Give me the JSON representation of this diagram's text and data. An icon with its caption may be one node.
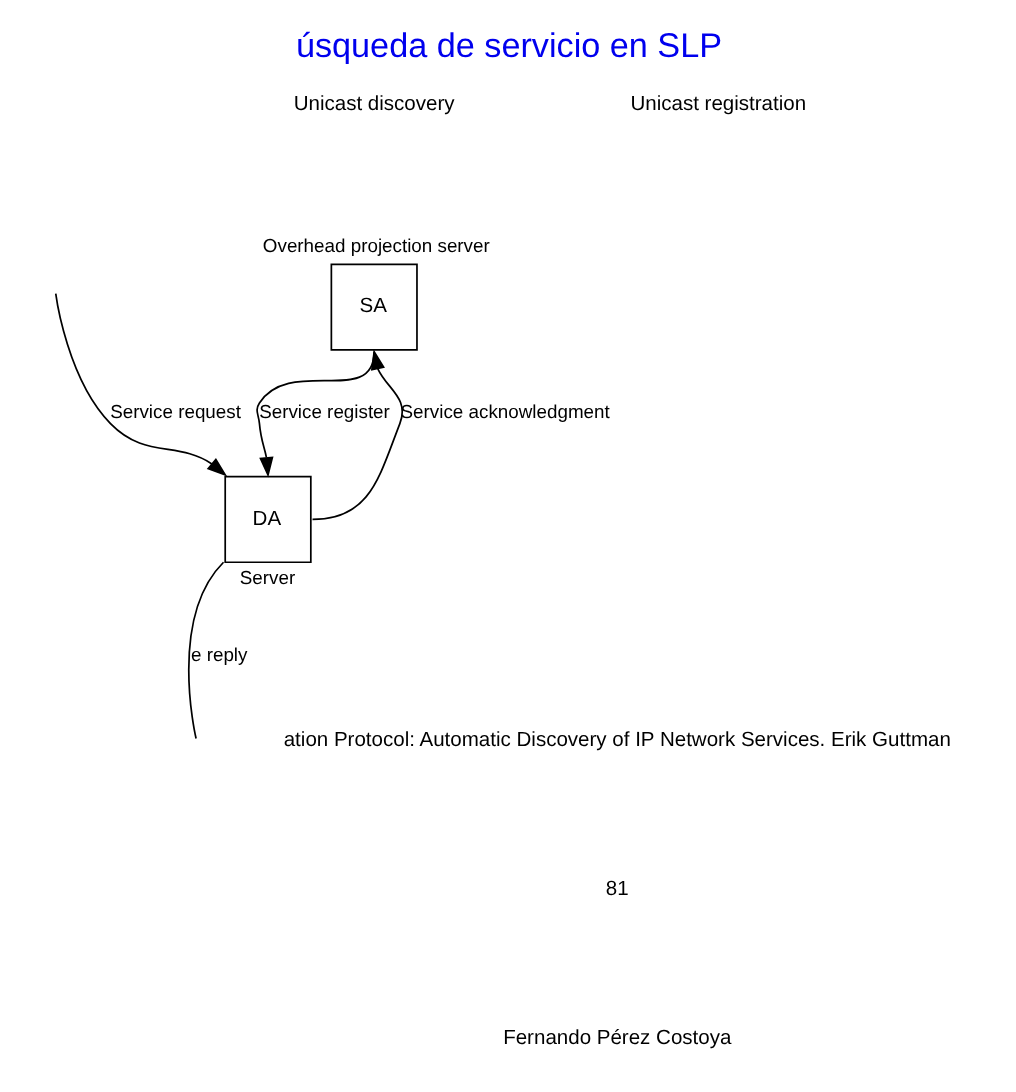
{
  "diagram": {
    "title": "úsqueda de servicio en SLP",
    "nodes": [
      {
        "text": [
          "SA"
        ],
        "beside": [
          "Overhead projection server"
        ]
      },
      {
        "text": [
          "DA"
        ],
        "beside": [
          "Server"
        ]
      }
    ],
    "edges": [
      {
        "from": null,
        "to": 1,
        "arrow": "to",
        "label": "Service request"
      },
      {
        "from": 1,
        "to": null,
        "arrow": "none",
        "label": "e reply"
      },
      {
        "from": 0,
        "to": 1,
        "arrow": "to",
        "label": "Service register"
      },
      {
        "from": 1,
        "to": 0,
        "arrow": "to",
        "label": "Service acknowledgment"
      }
    ],
    "labels": [
      "Unicast discovery",
      "Unicast registration",
      "ation Protocol: Automatic Discovery of IP Network Services. Erik Guttman",
      "81",
      "Fernando Pérez Costoya"
    ]
  }
}
